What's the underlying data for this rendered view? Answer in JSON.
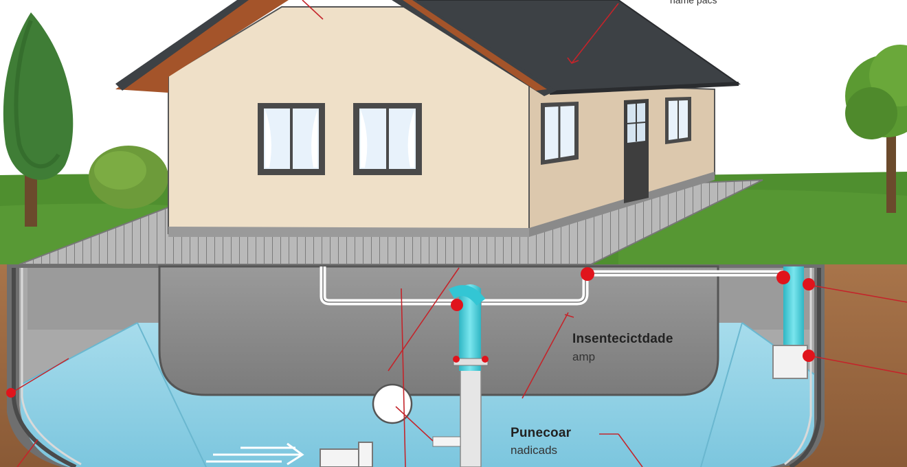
{
  "labels": {
    "top_right": "name pacs",
    "tank_label": "Insentecictdade",
    "tank_sub": "amp",
    "pump_label": "Punecoar",
    "pump_sub": "nadicads"
  },
  "colors": {
    "sky": "#ffffff",
    "grass": "#4f8f2f",
    "soil": "#9c6b44",
    "wall": "#efe0c8",
    "wall_shade": "#dcc8ad",
    "roof": "#3d4145",
    "roof_trim": "#a4542a",
    "concrete": "#8e8e8e",
    "water": "#9fd6e8",
    "pipe_water": "#33c6d4",
    "marker": "#e0141c",
    "leader": "#c4242a"
  }
}
